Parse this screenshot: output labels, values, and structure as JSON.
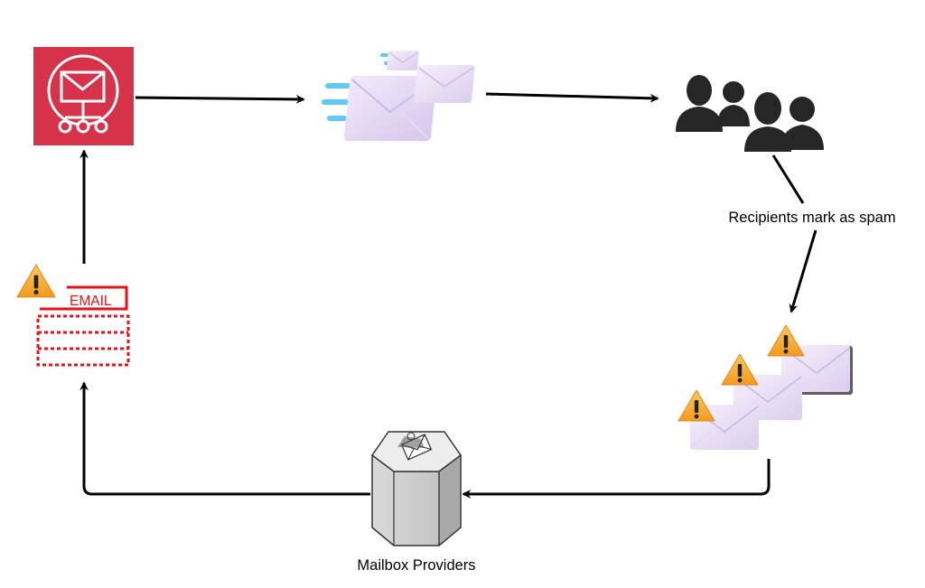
{
  "labels": {
    "spam_edge": "Recipients mark as spam",
    "mailbox_providers": "Mailbox Providers",
    "email_tag": "EMAIL"
  },
  "colors": {
    "ses_red": "#D6334A",
    "warning_orange": "#F5A623",
    "envelope_lavender": "#E3D7F2",
    "blocked_red": "#E8121B",
    "server_gray": "#C9C9C9",
    "people_dark": "#262626",
    "speed_blue": "#62C9F2"
  },
  "icons": [
    "email-service-icon",
    "sending-mail-icon",
    "recipients-icon",
    "spam-marked-emails-icon",
    "mailbox-provider-server-icon",
    "blocked-email-warning-icon"
  ]
}
